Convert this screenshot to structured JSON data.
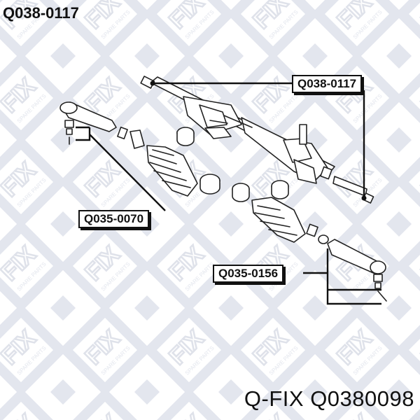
{
  "header": {
    "code": "Q038-0117"
  },
  "labels": {
    "rack": "Q038-0117",
    "inner_joint": "Q035-0070",
    "tie_rod_end": "Q035-0156"
  },
  "footer": {
    "brand": "Q-FIX",
    "part_number": "Q0380098"
  },
  "watermark": {
    "logo_text": "FIX",
    "sub_text": "SPARE PARTS"
  },
  "colors": {
    "ink": "#111111",
    "watermark": "#e3e6ee",
    "background": "#ffffff"
  }
}
